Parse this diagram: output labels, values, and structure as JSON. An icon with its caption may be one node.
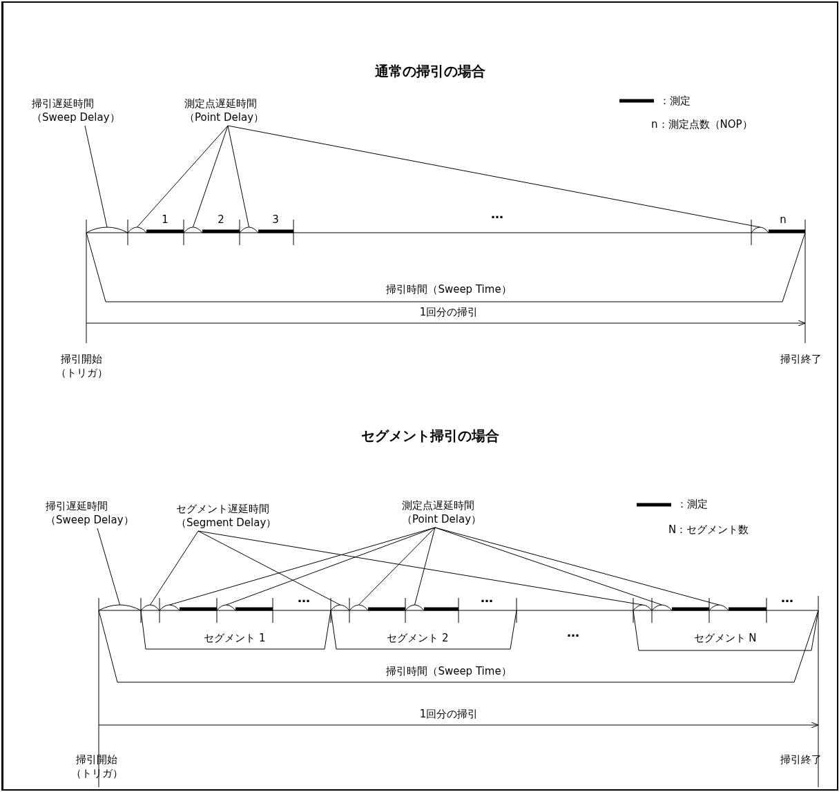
{
  "diagram": {
    "nodes": [
      {
        "text": [
          "掃引遅延時間",
          "（Sweep Delay）"
        ]
      },
      {
        "text": [
          "測定点遅延時間",
          "（Point Delay）"
        ]
      },
      {
        "text": [],
        "shape": "arc"
      },
      {
        "text": [],
        "shape": "arc"
      },
      {
        "text": [],
        "shape": "arc"
      },
      {
        "text": [],
        "shape": "arc"
      },
      {
        "text": [],
        "shape": "arc"
      },
      {
        "text": [
          "掃引遅延時間",
          "（Sweep Delay）"
        ]
      },
      {
        "text": [
          "セグメント遅延時間",
          "（Segment Delay）"
        ]
      },
      {
        "text": [
          "測定点遅延時間",
          "（Point Delay）"
        ]
      },
      {
        "text": [],
        "shape": "arc"
      },
      {
        "text": [],
        "shape": "arc"
      },
      {
        "text": [],
        "shape": "arc"
      },
      {
        "text": [],
        "shape": "arc"
      },
      {
        "text": [],
        "shape": "arc"
      },
      {
        "text": [],
        "shape": "arc"
      },
      {
        "text": [],
        "shape": "arc"
      },
      {
        "text": [],
        "shape": "arc"
      },
      {
        "text": [],
        "shape": "arc"
      },
      {
        "text": [],
        "shape": "arc"
      }
    ],
    "edges": [
      {
        "from": 0,
        "to": 2,
        "arrow": "none"
      },
      {
        "from": 1,
        "to": 3,
        "arrow": "none"
      },
      {
        "from": 1,
        "to": 4,
        "arrow": "none"
      },
      {
        "from": 1,
        "to": 5,
        "arrow": "none"
      },
      {
        "from": 1,
        "to": 6,
        "arrow": "none"
      },
      {
        "from": 7,
        "to": 10,
        "arrow": "none"
      },
      {
        "from": 8,
        "to": 11,
        "arrow": "none"
      },
      {
        "from": 8,
        "to": 14,
        "arrow": "none"
      },
      {
        "from": 8,
        "to": 17,
        "arrow": "none"
      },
      {
        "from": 9,
        "to": 12,
        "arrow": "none"
      },
      {
        "from": 9,
        "to": 13,
        "arrow": "none"
      },
      {
        "from": 9,
        "to": 15,
        "arrow": "none"
      },
      {
        "from": 9,
        "to": 16,
        "arrow": "none"
      },
      {
        "from": 9,
        "to": 18,
        "arrow": "none"
      },
      {
        "from": 9,
        "to": 19,
        "arrow": "none"
      }
    ],
    "labels": [
      "通常の掃引の場合",
      "n：測定点数（NOP）",
      "1",
      "2",
      "3",
      "…",
      "n",
      "掃引時間（Sweep Time）",
      "1回分の掃引",
      "掃引開始",
      "（トリガ）",
      "掃引終了",
      "セグメント掃引の場合",
      "N：セグメント数",
      "…",
      "…",
      "…",
      "セグメント 1",
      "セグメント 2",
      "…",
      "セグメント N",
      "掃引時間（Sweep Time）",
      "1回分の掃引",
      "掃引開始",
      "（トリガ）",
      "掃引終了"
    ],
    "legend": [
      {
        "text": "：測定"
      },
      {
        "text": "：測定"
      }
    ]
  }
}
